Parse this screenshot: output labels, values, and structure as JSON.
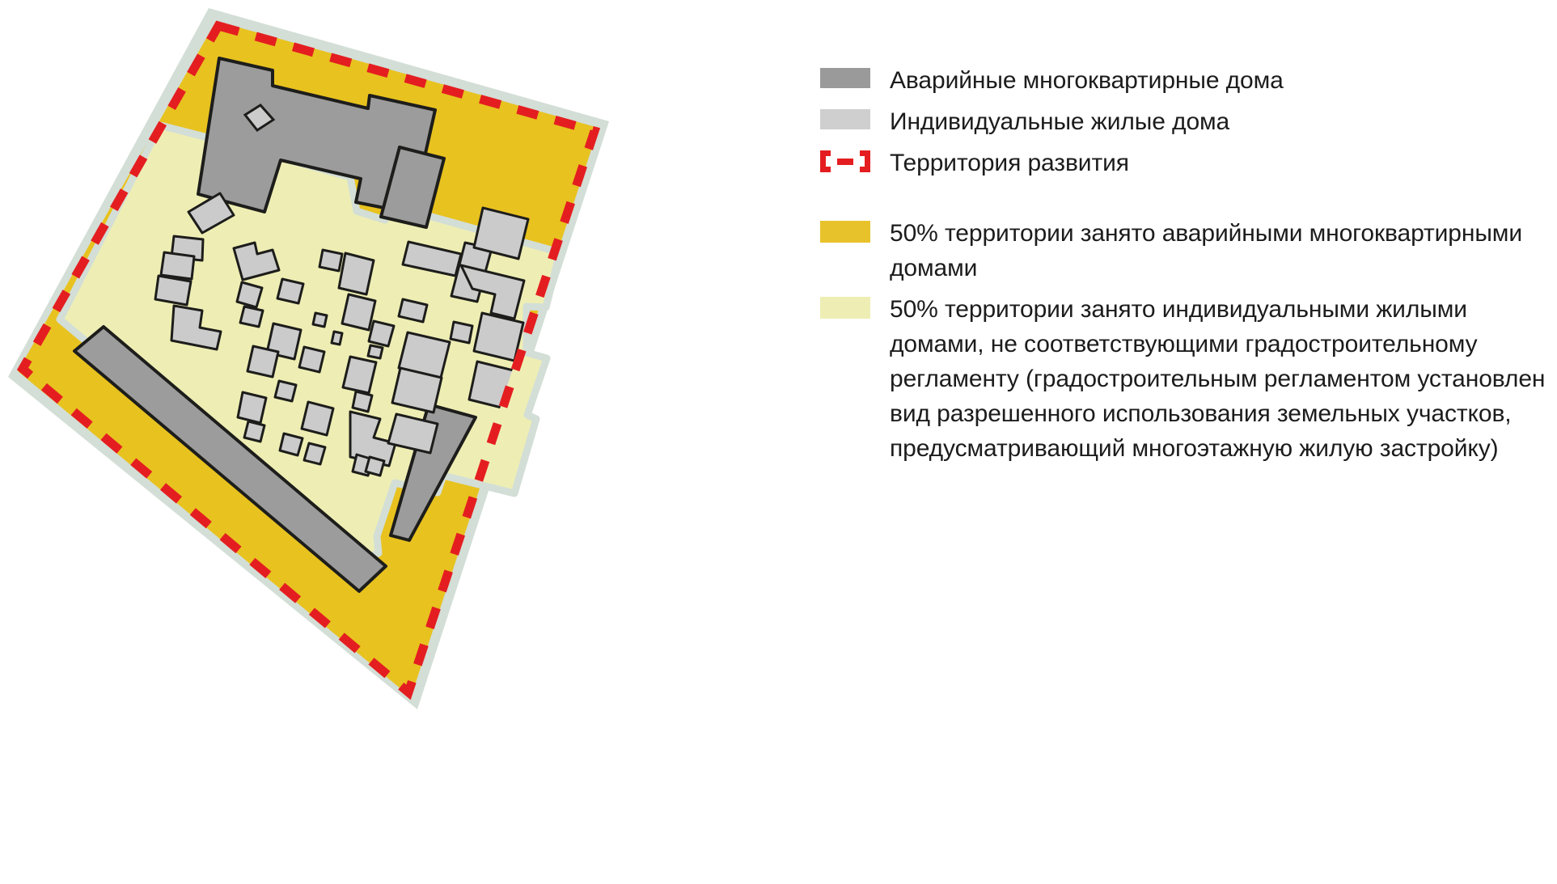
{
  "figure": {
    "kind": "urban-planning-map-with-legend",
    "background_color": "#ffffff"
  },
  "map": {
    "name": "territory-development-plan",
    "colors": {
      "halo": "#d3ded6",
      "dilapidated_zone": "#e8c21f",
      "individual_zone": "#eeeeb4",
      "dilapidated_building": "#9c9c9c",
      "individual_building": "#cbcbcb",
      "building_outline": "#1d1d1b",
      "development_boundary": "#e41e20",
      "zone_separator": "#d3ded6"
    },
    "regions": [
      {
        "label": "Территория развития",
        "style": "red-dashed-outline"
      },
      {
        "label": "50% территории занято аварийными многоквартирными домами",
        "style": "gold-fill"
      },
      {
        "label": "50% территории занято индивидуальными жилыми домами",
        "style": "pale-yellow-fill"
      }
    ]
  },
  "legend": {
    "primary_items": [
      {
        "marker": "swatch-dark-gray",
        "color": "#9a9a9a",
        "label": "Аварийные многоквартирные дома"
      },
      {
        "marker": "swatch-light-gray",
        "color": "#cfcfcf",
        "label": "Индивидуальные жилые дома"
      },
      {
        "marker": "dashed-boundary",
        "color": "#e41e20",
        "label": "Территория развития"
      }
    ],
    "zone_items": [
      {
        "marker": "swatch-gold",
        "color": "#e8c22a",
        "label": "50% территории занято аварийными многоквартирными домами"
      },
      {
        "marker": "swatch-pale-yellow",
        "color": "#eeeeb4",
        "label": "50% территории занято индивидуальными жилыми домами, не соответствующими градостроительному регламенту (градостроительным регламентом установлен вид разрешенного использования земельных участков, предусматривающий многоэтажную жилую застройку)"
      }
    ]
  }
}
